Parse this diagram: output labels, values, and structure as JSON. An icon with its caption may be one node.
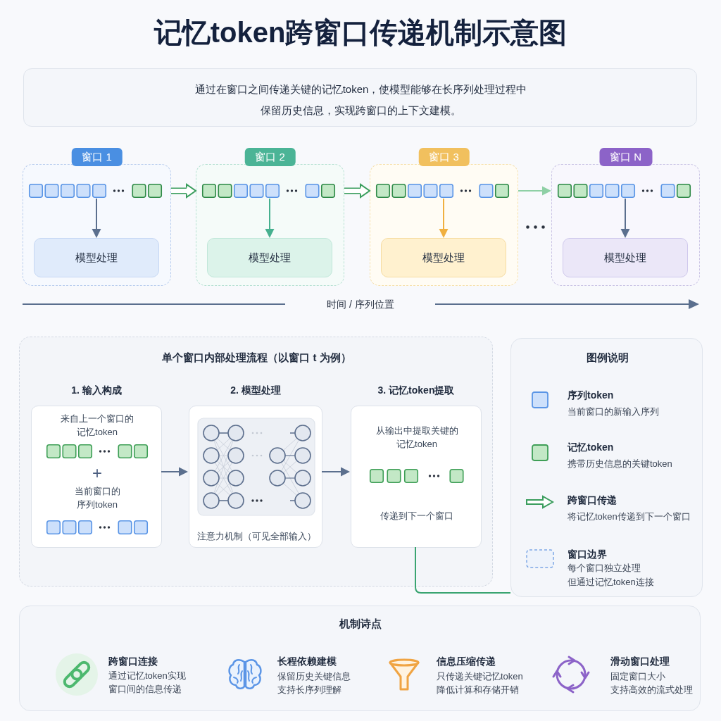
{
  "diagram": {
    "title": "记忆token跨窗口传递机制示意图",
    "nodes": [
      {
        "text": [
          "通过在窗口之间传递关键的记忆token，使模型能够在长序列处理过程中保留历史信息，实现跨窗口的上下文建模。"
        ]
      },
      {
        "text": [
          "窗口 1"
        ]
      },
      {
        "text": [],
        "shape": "box",
        "in": 1
      },
      {
        "text": [
          "模型处理"
        ],
        "in": 1
      },
      {
        "text": [
          "窗口 2"
        ]
      },
      {
        "text": [],
        "shape": "box",
        "in": 4
      },
      {
        "text": [
          "模型处理"
        ],
        "in": 4
      },
      {
        "text": [
          "窗口 3"
        ]
      },
      {
        "text": [],
        "shape": "box",
        "in": 7
      },
      {
        "text": [
          "模型处理"
        ],
        "in": 7
      },
      {
        "text": [
          "窗口 N"
        ]
      },
      {
        "text": [],
        "shape": "box",
        "in": 10
      },
      {
        "text": [
          "模型处理"
        ],
        "in": 10
      },
      {
        "text": [
          "单个窗口内部处理流程（以窗口 t 为例）"
        ]
      },
      {
        "text": [
          "1. 输入构成",
          "来自上一个窗口的记忆token",
          "+",
          "当前窗口的序列token"
        ],
        "in": 13
      },
      {
        "text": [
          "2. 模型处理",
          "注意力机制（可见全部输入）"
        ],
        "in": 13
      },
      {
        "text": [
          "3. 记忆token提取",
          "从输出中提取关键的记忆token",
          "传递到下一个窗口"
        ],
        "in": 13
      },
      {
        "text": [
          "图例说明"
        ]
      },
      {
        "text": [
          "机制诗点"
        ]
      }
    ],
    "edges": [
      {
        "from": 1,
        "to": 4,
        "arrow": "to",
        "style": "thick",
        "color": "#3a9d5d"
      },
      {
        "from": 4,
        "to": 7,
        "arrow": "to",
        "style": "thick",
        "color": "#3a9d5d"
      },
      {
        "from": 7,
        "to": 10,
        "arrow": "to",
        "color": "#8fd0a5"
      },
      {
        "from": 2,
        "to": 3,
        "arrow": "to"
      },
      {
        "from": 5,
        "to": 6,
        "arrow": "to",
        "color": "#46b08f"
      },
      {
        "from": 8,
        "to": 9,
        "arrow": "to",
        "color": "#f0b040"
      },
      {
        "from": 11,
        "to": 12,
        "arrow": "to"
      },
      {
        "from": 14,
        "to": 15,
        "arrow": "to"
      },
      {
        "from": 15,
        "to": 16,
        "arrow": "to"
      },
      {
        "from": 16,
        "to": 17,
        "arrow": "none",
        "color": "#3aa471"
      }
    ],
    "labels": [
      "时间 / 序列位置",
      "当前窗口的新输入序列",
      "携带历史信息的关键token",
      "将记忆token传递到下一个窗口",
      "每个窗口独立处理",
      "但通过记忆token连接",
      "跨窗口连接",
      "通过记忆token实现窗口间的信息传递",
      "长程依赖建模",
      "保留历史关键信息",
      "支持长序列理解",
      "信息压缩传递",
      "只传递关键记忆token",
      "降低计算和存储开销",
      "滑动窗口处理",
      "固定窗口大小",
      "支持高效的流式处理"
    ],
    "legend": [
      {
        "text": "序列token",
        "color": "#cde0fb"
      },
      {
        "text": "记忆token",
        "color": "#c3e8c6"
      },
      {
        "text": "跨窗口传递"
      },
      {
        "text": "窗口边界"
      }
    ]
  }
}
